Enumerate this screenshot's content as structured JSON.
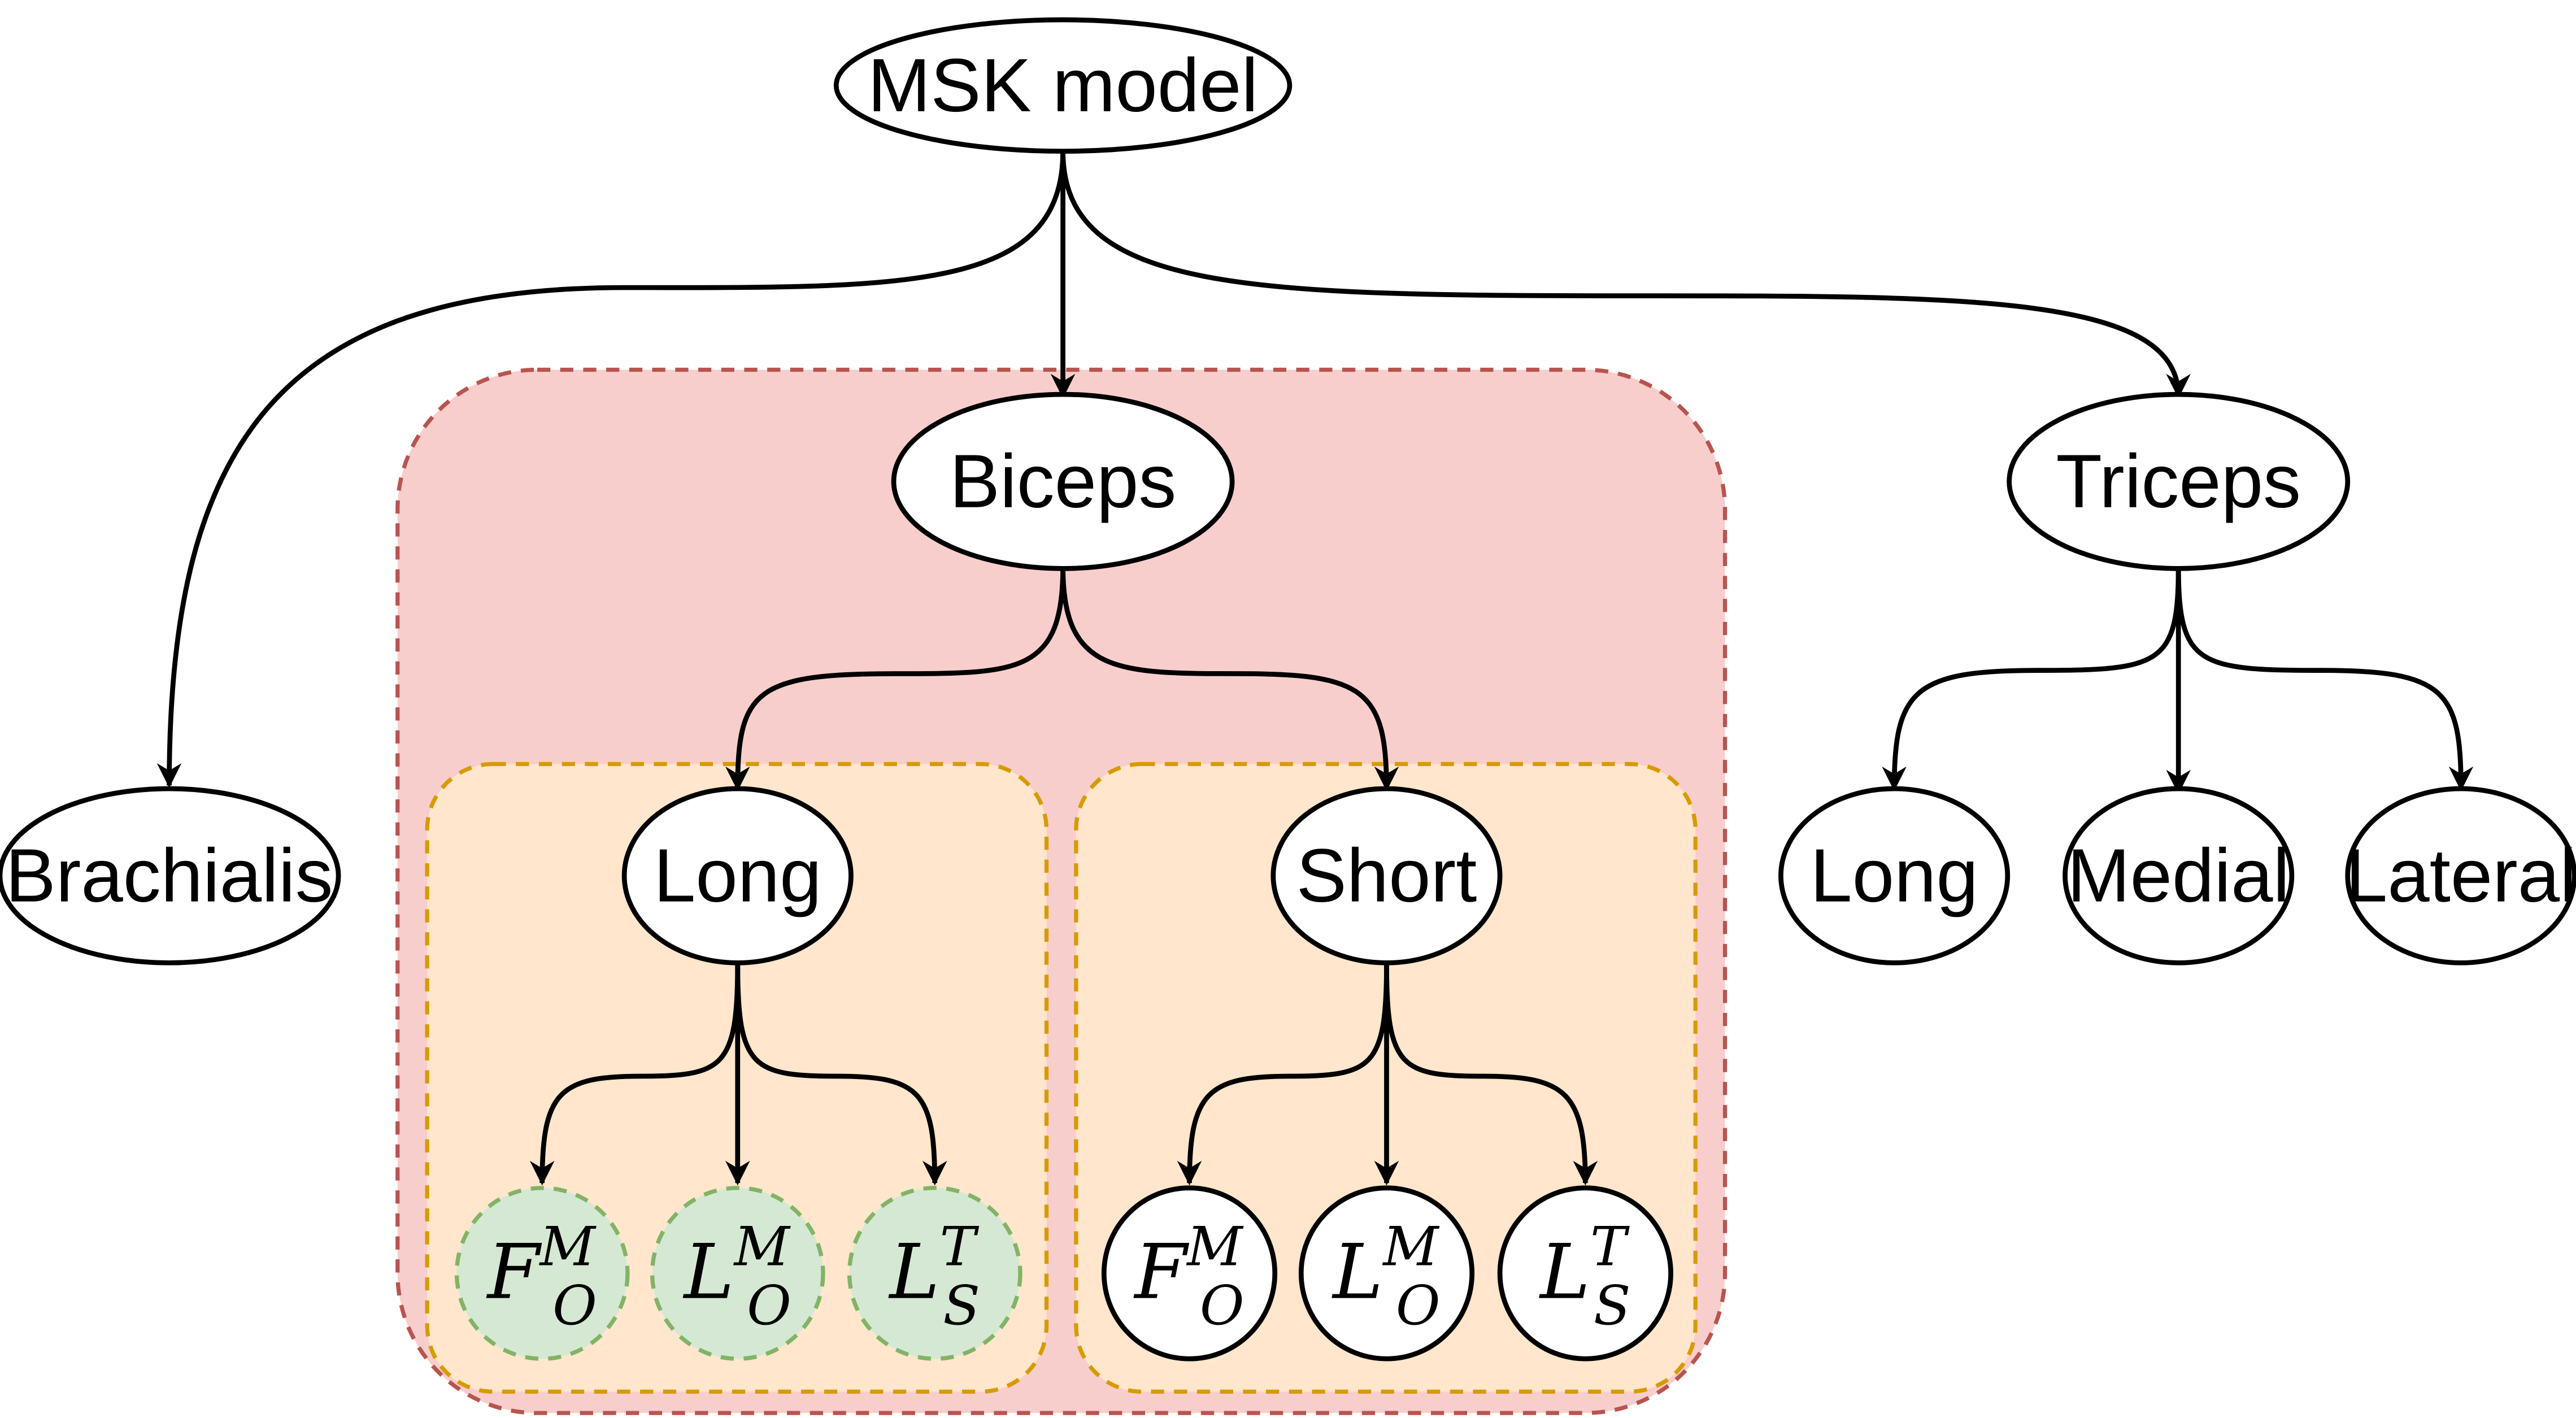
{
  "colors": {
    "biceps_region_fill": "#f8cecc",
    "biceps_region_stroke": "#b85450",
    "head_region_fill": "#ffe6cc",
    "head_region_stroke": "#d79b00",
    "highlight_node_fill": "#d5e8d4",
    "highlight_node_stroke": "#82b366",
    "node_fill": "#ffffff",
    "edge": "#000000"
  },
  "nodes": {
    "root": "MSK model",
    "brachialis": "Brachialis",
    "biceps": "Biceps",
    "triceps": "Triceps",
    "biceps_long": "Long",
    "biceps_short": "Short",
    "triceps_long": "Long",
    "triceps_medial": "Medial",
    "triceps_lateral": "Lateral"
  },
  "parameters": [
    {
      "base": "F",
      "sub": "O",
      "sup": "M"
    },
    {
      "base": "L",
      "sub": "O",
      "sup": "M"
    },
    {
      "base": "L",
      "sub": "S",
      "sup": "T"
    }
  ],
  "highlighted_group": "biceps_long"
}
